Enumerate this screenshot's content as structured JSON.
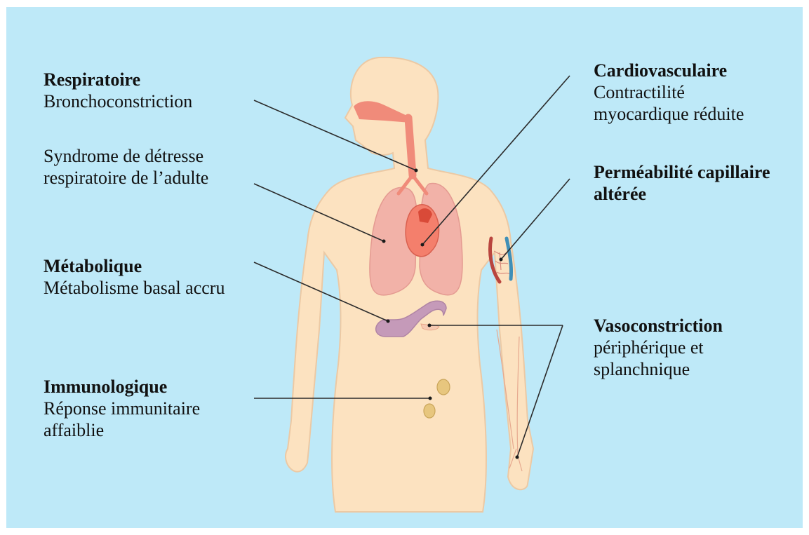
{
  "labels": {
    "respiratory": {
      "title": "Respiratoire",
      "lines": [
        "Bronchoconstriction"
      ]
    },
    "ards": {
      "lines": [
        "Syndrome de détresse",
        "respiratoire de l’adulte"
      ]
    },
    "metabolic": {
      "title": "Métabolique",
      "lines": [
        "Métabolisme basal accru"
      ]
    },
    "immunologic": {
      "title": "Immunologique",
      "lines": [
        "Réponse immunitaire",
        "affaiblie"
      ]
    },
    "cardiovascular": {
      "title": "Cardiovasculaire",
      "lines": [
        "Contractilité",
        "myocardique réduite"
      ]
    },
    "permeability": {
      "title_lines": [
        "Perméabilité capillaire",
        "altérée"
      ]
    },
    "vasoconstriction": {
      "title": "Vasoconstriction",
      "lines": [
        "périphérique et",
        "splanchnique"
      ]
    }
  },
  "colors": {
    "background": "#bee9f8",
    "skin": "#fce2c0",
    "skin_outline": "#ecc9a4",
    "airway": "#f08b7a",
    "lungs": "#f2b2a8",
    "heart": "#f47f6c",
    "stomach": "#c59ab9",
    "artery": "#b9453e",
    "vein": "#3f8fb7",
    "kidney": "#e7c67e",
    "leader_line": "#2b2b2b"
  },
  "icons": [
    "human-body-silhouette",
    "airway-icon",
    "lungs-icon",
    "heart-icon",
    "stomach-icon",
    "blood-vessel-icon",
    "kidneys-icon"
  ]
}
